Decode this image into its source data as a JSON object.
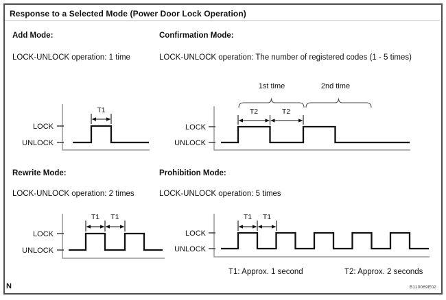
{
  "figure": {
    "title": "Response to a Selected Mode (Power Door Lock Operation)",
    "figure_code": "B110069E02",
    "page_marker": "N"
  },
  "modes": [
    {
      "id": "add",
      "heading": "Add Mode:",
      "operation": "LOCK-UNLOCK operation: 1 time"
    },
    {
      "id": "confirmation",
      "heading": "Confirmation Mode:",
      "operation": "LOCK-UNLOCK operation: The number of registered codes (1 - 5 times)"
    },
    {
      "id": "rewrite",
      "heading": "Rewrite Mode:",
      "operation": "LOCK-UNLOCK operation: 2 times"
    },
    {
      "id": "prohibition",
      "heading": "Prohibition Mode:",
      "operation": "LOCK-UNLOCK operation: 5 times"
    }
  ],
  "axis_labels": {
    "lock": "LOCK",
    "unlock": "UNLOCK"
  },
  "annotations": {
    "t1": "T1",
    "t2": "T2",
    "first_time": "1st time",
    "second_time": "2nd time",
    "t1_note": "T1: Approx. 1 second",
    "t2_note": "T2: Approx. 2 seconds"
  },
  "waveforms": {
    "add": {
      "pulses": 1,
      "interval_label": "T1"
    },
    "confirmation": {
      "pulses": 2,
      "interval_label": "T2"
    },
    "rewrite": {
      "pulses": 2,
      "interval_label": "T1"
    },
    "prohibition": {
      "pulses": 5,
      "interval_label": "T1"
    }
  },
  "colors": {
    "waveform_line": "#111111",
    "axis_line": "#9a9a9a",
    "border": "#4d4d4d"
  }
}
